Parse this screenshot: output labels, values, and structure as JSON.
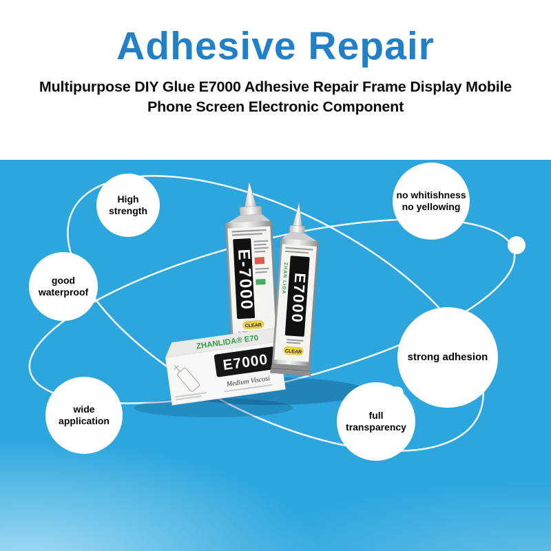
{
  "header": {
    "title": "Adhesive Repair",
    "subtitle_line1": "Multipurpose DIY Glue E7000 Adhesive Repair Frame Display Mobile",
    "subtitle_line2": "Phone Screen Electronic Component"
  },
  "colors": {
    "title_blue": "#2180c8",
    "background_blue": "#2ca6dd",
    "badge_yellow": "#f2d53c",
    "brand_green": "#2f9e4b"
  },
  "features": [
    {
      "lines": [
        "High",
        "strength"
      ]
    },
    {
      "lines": [
        "no whitishness",
        "no yellowing"
      ]
    },
    {
      "lines": [
        "good",
        "waterproof"
      ]
    },
    {
      "lines": [
        "strong adhesion"
      ]
    },
    {
      "lines": [
        "wide",
        "application"
      ]
    },
    {
      "lines": [
        "full",
        "transparency"
      ]
    }
  ],
  "product": {
    "tube_left_model": "E-7000",
    "tube_right_model": "E7000",
    "brand_vertical": "ZHAN LIDA",
    "clear_badge": "CLEAR",
    "volume": "3.7FL.oz(110ml)",
    "box_top_brand": "ZHANLIDA® E70",
    "box_model": "E7000",
    "box_viscosity": "Medium Viscosi"
  }
}
